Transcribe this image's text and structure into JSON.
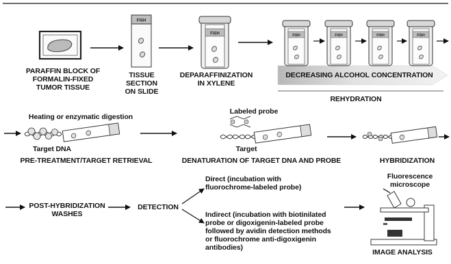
{
  "row1": {
    "paraffin_label": [
      "PARAFFIN BLOCK OF",
      "FORMALIN-FIXED",
      "TUMOR TISSUE"
    ],
    "tissue_label": [
      "TISSUE",
      "SECTION",
      "ON SLIDE"
    ],
    "deparaff_label": [
      "DEPARAFFINIZATION",
      "IN XYLENE"
    ],
    "alcohol_band": "DECREASING ALCOHOL CONCENTRATION",
    "rehydration": "REHYDRATION",
    "slide_tag": "FISH"
  },
  "row2": {
    "heating": "Heating or enzymatic digestion",
    "target_dna": "Target DNA",
    "pretreatment": "PRE-TREATMENT/TARGET RETRIEVAL",
    "labeled_probe": "Labeled probe",
    "target": "Target",
    "denaturation": "DENATURATION OF TARGET DNA AND PROBE",
    "hybridization": "HYBRIDIZATION"
  },
  "row3": {
    "washes": [
      "POST-HYBRIDIZATION",
      "WASHES"
    ],
    "detection": "DETECTION",
    "direct": [
      "Direct (incubation with",
      "fluorochrome-labeled probe)"
    ],
    "indirect": [
      "Indirect (incubation with biotinilated",
      "probe or digoxigenin-labeled probe",
      "followed by avidin detection methods",
      "or fluorochrome anti-digoxigenin",
      "antibodies)"
    ],
    "microscope": [
      "Fluorescence",
      "microscope"
    ],
    "image_analysis": "IMAGE ANALYSIS"
  }
}
